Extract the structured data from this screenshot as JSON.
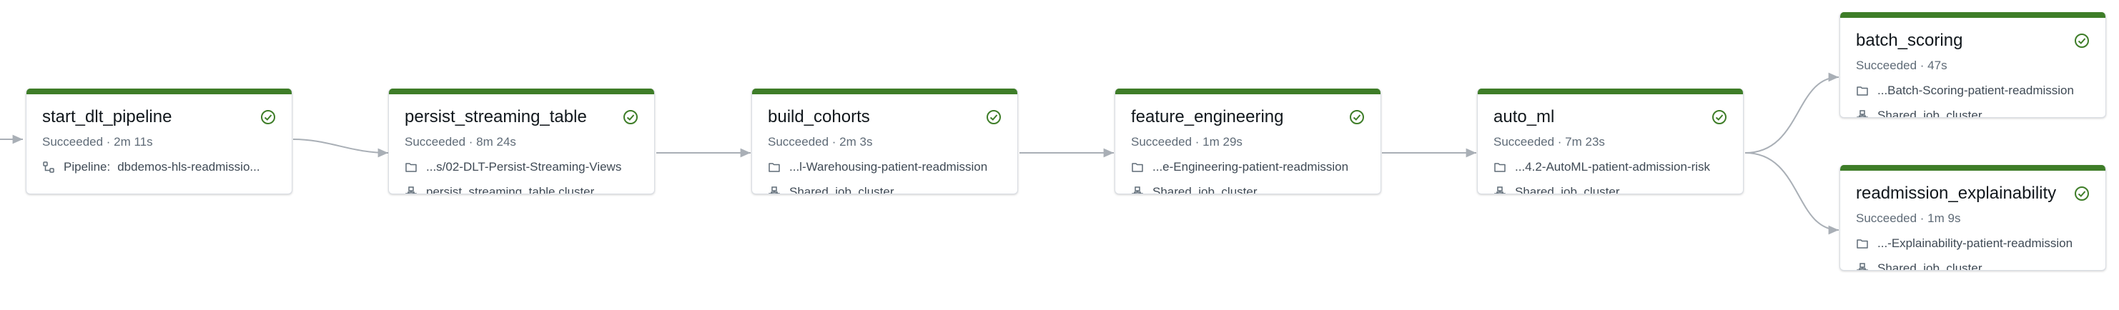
{
  "colors": {
    "success_bar": "#3e7d28",
    "success_icon": "#3e7d28",
    "edge": "#a9afb6"
  },
  "nodes": [
    {
      "key": "start",
      "title": "start_dlt_pipeline",
      "status": "Succeeded · 2m 11s",
      "row1_icon": "pipeline-icon",
      "row1_label": "Pipeline:",
      "row1_text": "dbdemos-hls-readmissio...",
      "row2_icon": "",
      "row2_text": ""
    },
    {
      "key": "persist",
      "title": "persist_streaming_table",
      "status": "Succeeded · 8m 24s",
      "row1_icon": "folder-icon",
      "row1_label": "",
      "row1_text": "...s/02-DLT-Persist-Streaming-Views",
      "row2_icon": "cluster-icon",
      "row2_text": "persist_streaming_table cluster"
    },
    {
      "key": "cohorts",
      "title": "build_cohorts",
      "status": "Succeeded · 2m 3s",
      "row1_icon": "folder-icon",
      "row1_label": "",
      "row1_text": "...l-Warehousing-patient-readmission",
      "row2_icon": "cluster-icon",
      "row2_text": "Shared_job_cluster"
    },
    {
      "key": "features",
      "title": "feature_engineering",
      "status": "Succeeded · 1m 29s",
      "row1_icon": "folder-icon",
      "row1_label": "",
      "row1_text": "...e-Engineering-patient-readmission",
      "row2_icon": "cluster-icon",
      "row2_text": "Shared_job_cluster"
    },
    {
      "key": "automl",
      "title": "auto_ml",
      "status": "Succeeded · 7m 23s",
      "row1_icon": "folder-icon",
      "row1_label": "",
      "row1_text": "...4.2-AutoML-patient-admission-risk",
      "row2_icon": "cluster-icon",
      "row2_text": "Shared_job_cluster"
    },
    {
      "key": "batch",
      "title": "batch_scoring",
      "status": "Succeeded · 47s",
      "row1_icon": "folder-icon",
      "row1_label": "",
      "row1_text": "...Batch-Scoring-patient-readmission",
      "row2_icon": "cluster-icon",
      "row2_text": "Shared_job_cluster"
    },
    {
      "key": "explain",
      "title": "readmission_explainability",
      "status": "Succeeded · 1m 9s",
      "row1_icon": "folder-icon",
      "row1_label": "",
      "row1_text": "...-Explainability-patient-readmission",
      "row2_icon": "cluster-icon",
      "row2_text": "Shared_job_cluster"
    }
  ]
}
